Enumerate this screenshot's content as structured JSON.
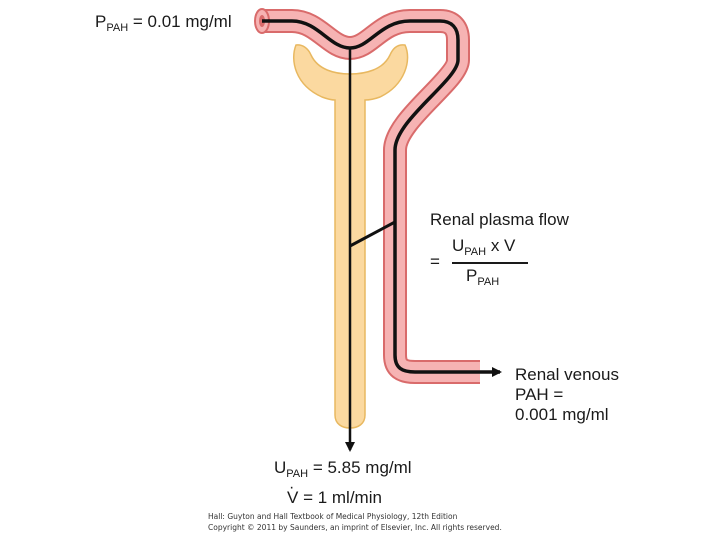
{
  "colors": {
    "tubule_fill": "#fbd9a0",
    "tubule_edge": "#e8b860",
    "vessel_fill": "#f6b3b3",
    "vessel_edge": "#d96b6b",
    "line": "#111111"
  },
  "labels": {
    "p_pah": {
      "main": "P",
      "sub": "PAH",
      "rest": " = 0.01 mg/ml"
    },
    "rpf_title": "Renal plasma flow",
    "rpf_equals": "=",
    "rpf_num_main": "U",
    "rpf_num_sub": "PAH",
    "rpf_num_rest": " x V",
    "rpf_den_main": "P",
    "rpf_den_sub": "PAH",
    "venous_line1": "Renal venous",
    "venous_line2": "PAH =",
    "venous_line3": "0.001 mg/ml",
    "u_pah": {
      "main": "U",
      "sub": "PAH",
      "rest": " = 5.85 mg/ml"
    },
    "v_flow": {
      "main": "V",
      "rest": " = 1 ml/min"
    }
  },
  "credit": {
    "line1": "Hall: Guyton and Hall Textbook of Medical Physiology, 12th Edition",
    "line2": "Copyright © 2011 by Saunders, an imprint of Elsevier, Inc. All rights reserved."
  }
}
